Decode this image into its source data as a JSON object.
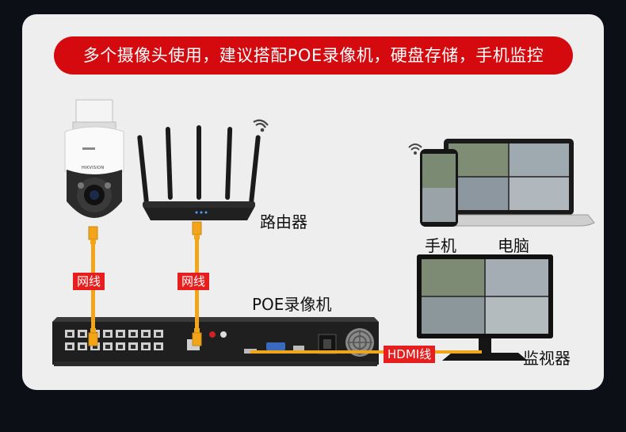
{
  "banner": {
    "text": "多个摄像头使用，建议搭配POE录像机，硬盘存储，手机监控"
  },
  "labels": {
    "router": "路由器",
    "phone": "手机",
    "computer": "电脑",
    "nvr": "POE录像机",
    "monitor": "监视器"
  },
  "cables": {
    "camera_cable": "网线",
    "router_cable": "网线",
    "hdmi_cable": "HDMI线"
  },
  "camera": {
    "brand": "HIKVISION"
  },
  "colors": {
    "banner": "#d40a0f",
    "cable": "#f2a518",
    "tag": "#e61e1e",
    "card": "#eeeeee",
    "page": "#0c0f16"
  }
}
